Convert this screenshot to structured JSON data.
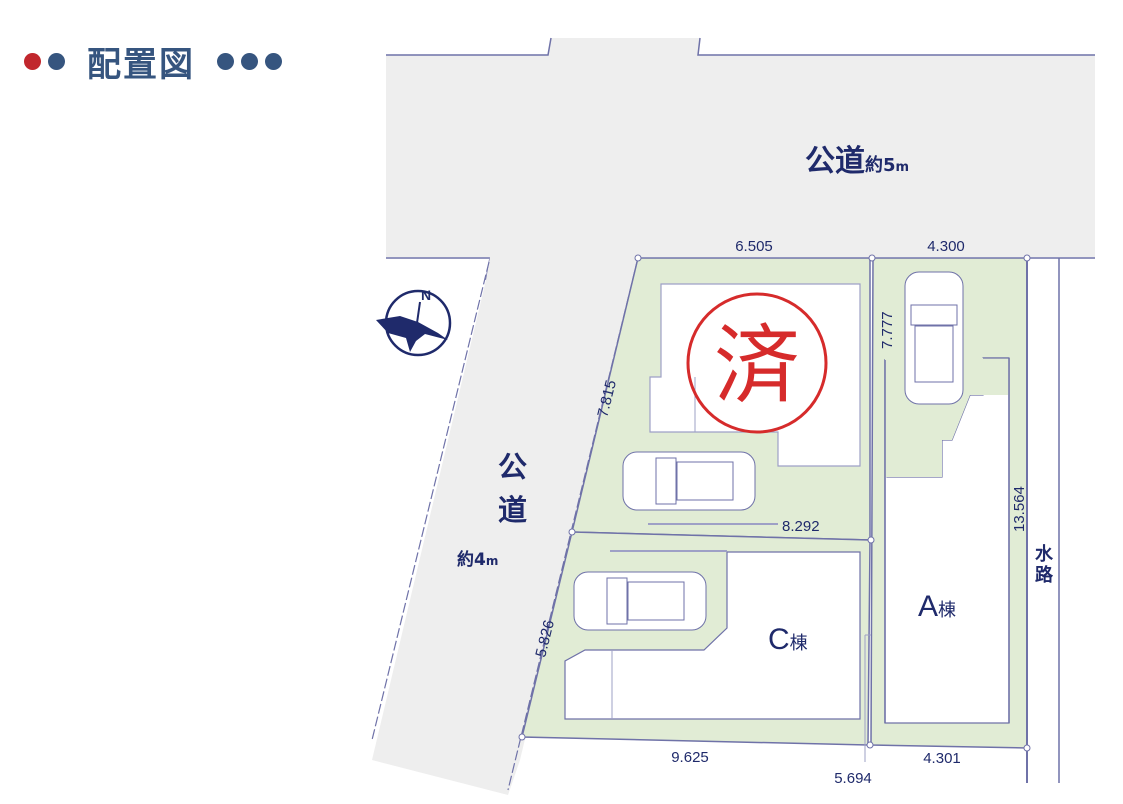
{
  "header": {
    "title": "配置図",
    "dots_left": [
      "#c1272d",
      "#36557f"
    ],
    "dots_right": [
      "#36557f",
      "#36557f",
      "#36557f"
    ]
  },
  "colors": {
    "road": "#eeeeee",
    "lot": "#e1ecd5",
    "building": "#ffffff",
    "line": "#6f72a8",
    "text": "#1f2a6b",
    "sold_stamp": "#d62b2b",
    "title": "#36557f"
  },
  "roads": {
    "north": {
      "label": "公道",
      "width_label": "約5",
      "unit": "m"
    },
    "west": {
      "label_1": "公",
      "label_2": "道",
      "width_label": "約4",
      "unit": "m"
    },
    "waterway": {
      "label_1": "水",
      "label_2": "路"
    }
  },
  "compass": {
    "label": "N"
  },
  "buildings": {
    "A": {
      "letter": "A",
      "suffix": "棟"
    },
    "B": {
      "sold_stamp": "済"
    },
    "C": {
      "letter": "C",
      "suffix": "棟"
    }
  },
  "dimensions": {
    "top_left": "6.505",
    "top_right": "4.300",
    "left_upper": "7.815",
    "left_lower": "5.826",
    "middle_horizontal": "8.292",
    "a_left_vertical": "7.777",
    "a_right_vertical": "13.564",
    "bottom_left": "9.625",
    "bottom_right": "4.301",
    "bottom_middle": "5.694"
  }
}
